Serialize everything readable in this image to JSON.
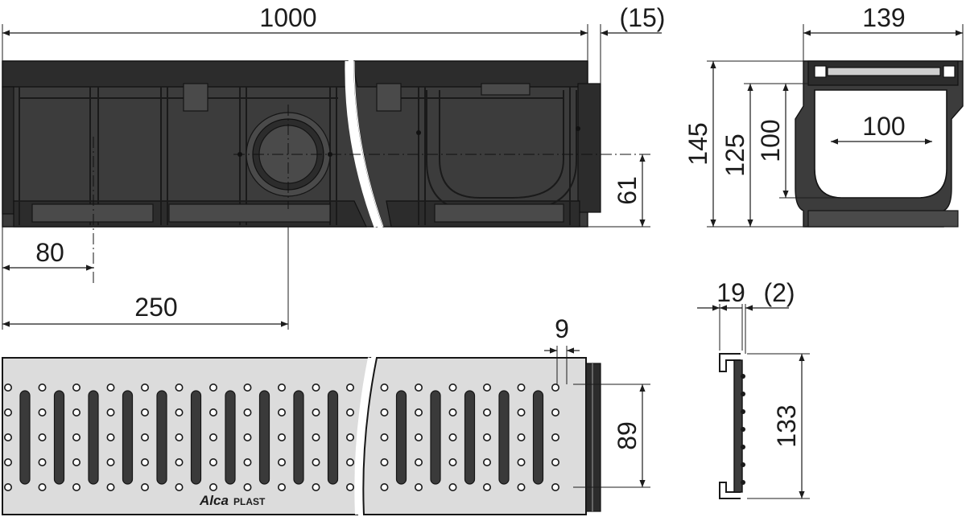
{
  "dimensions": {
    "length": "1000",
    "end_cap": "(15)",
    "width": "139",
    "height_total": "145",
    "height_inner": "125",
    "depth_channel": "100",
    "width_channel": "100",
    "outlet_height": "61",
    "outlet_offset_small": "80",
    "outlet_offset_large": "250",
    "grate_width": "89",
    "grate_edge": "9",
    "grate_profile_height": "133",
    "grate_profile_width": "19",
    "grate_profile_thickness": "(2)"
  },
  "brand": {
    "name_part1": "Alca",
    "name_part2": "PLAST"
  },
  "colors": {
    "body": "#3c3c3c",
    "grate": "#dcdcdc",
    "ink": "#1c1c1c"
  }
}
